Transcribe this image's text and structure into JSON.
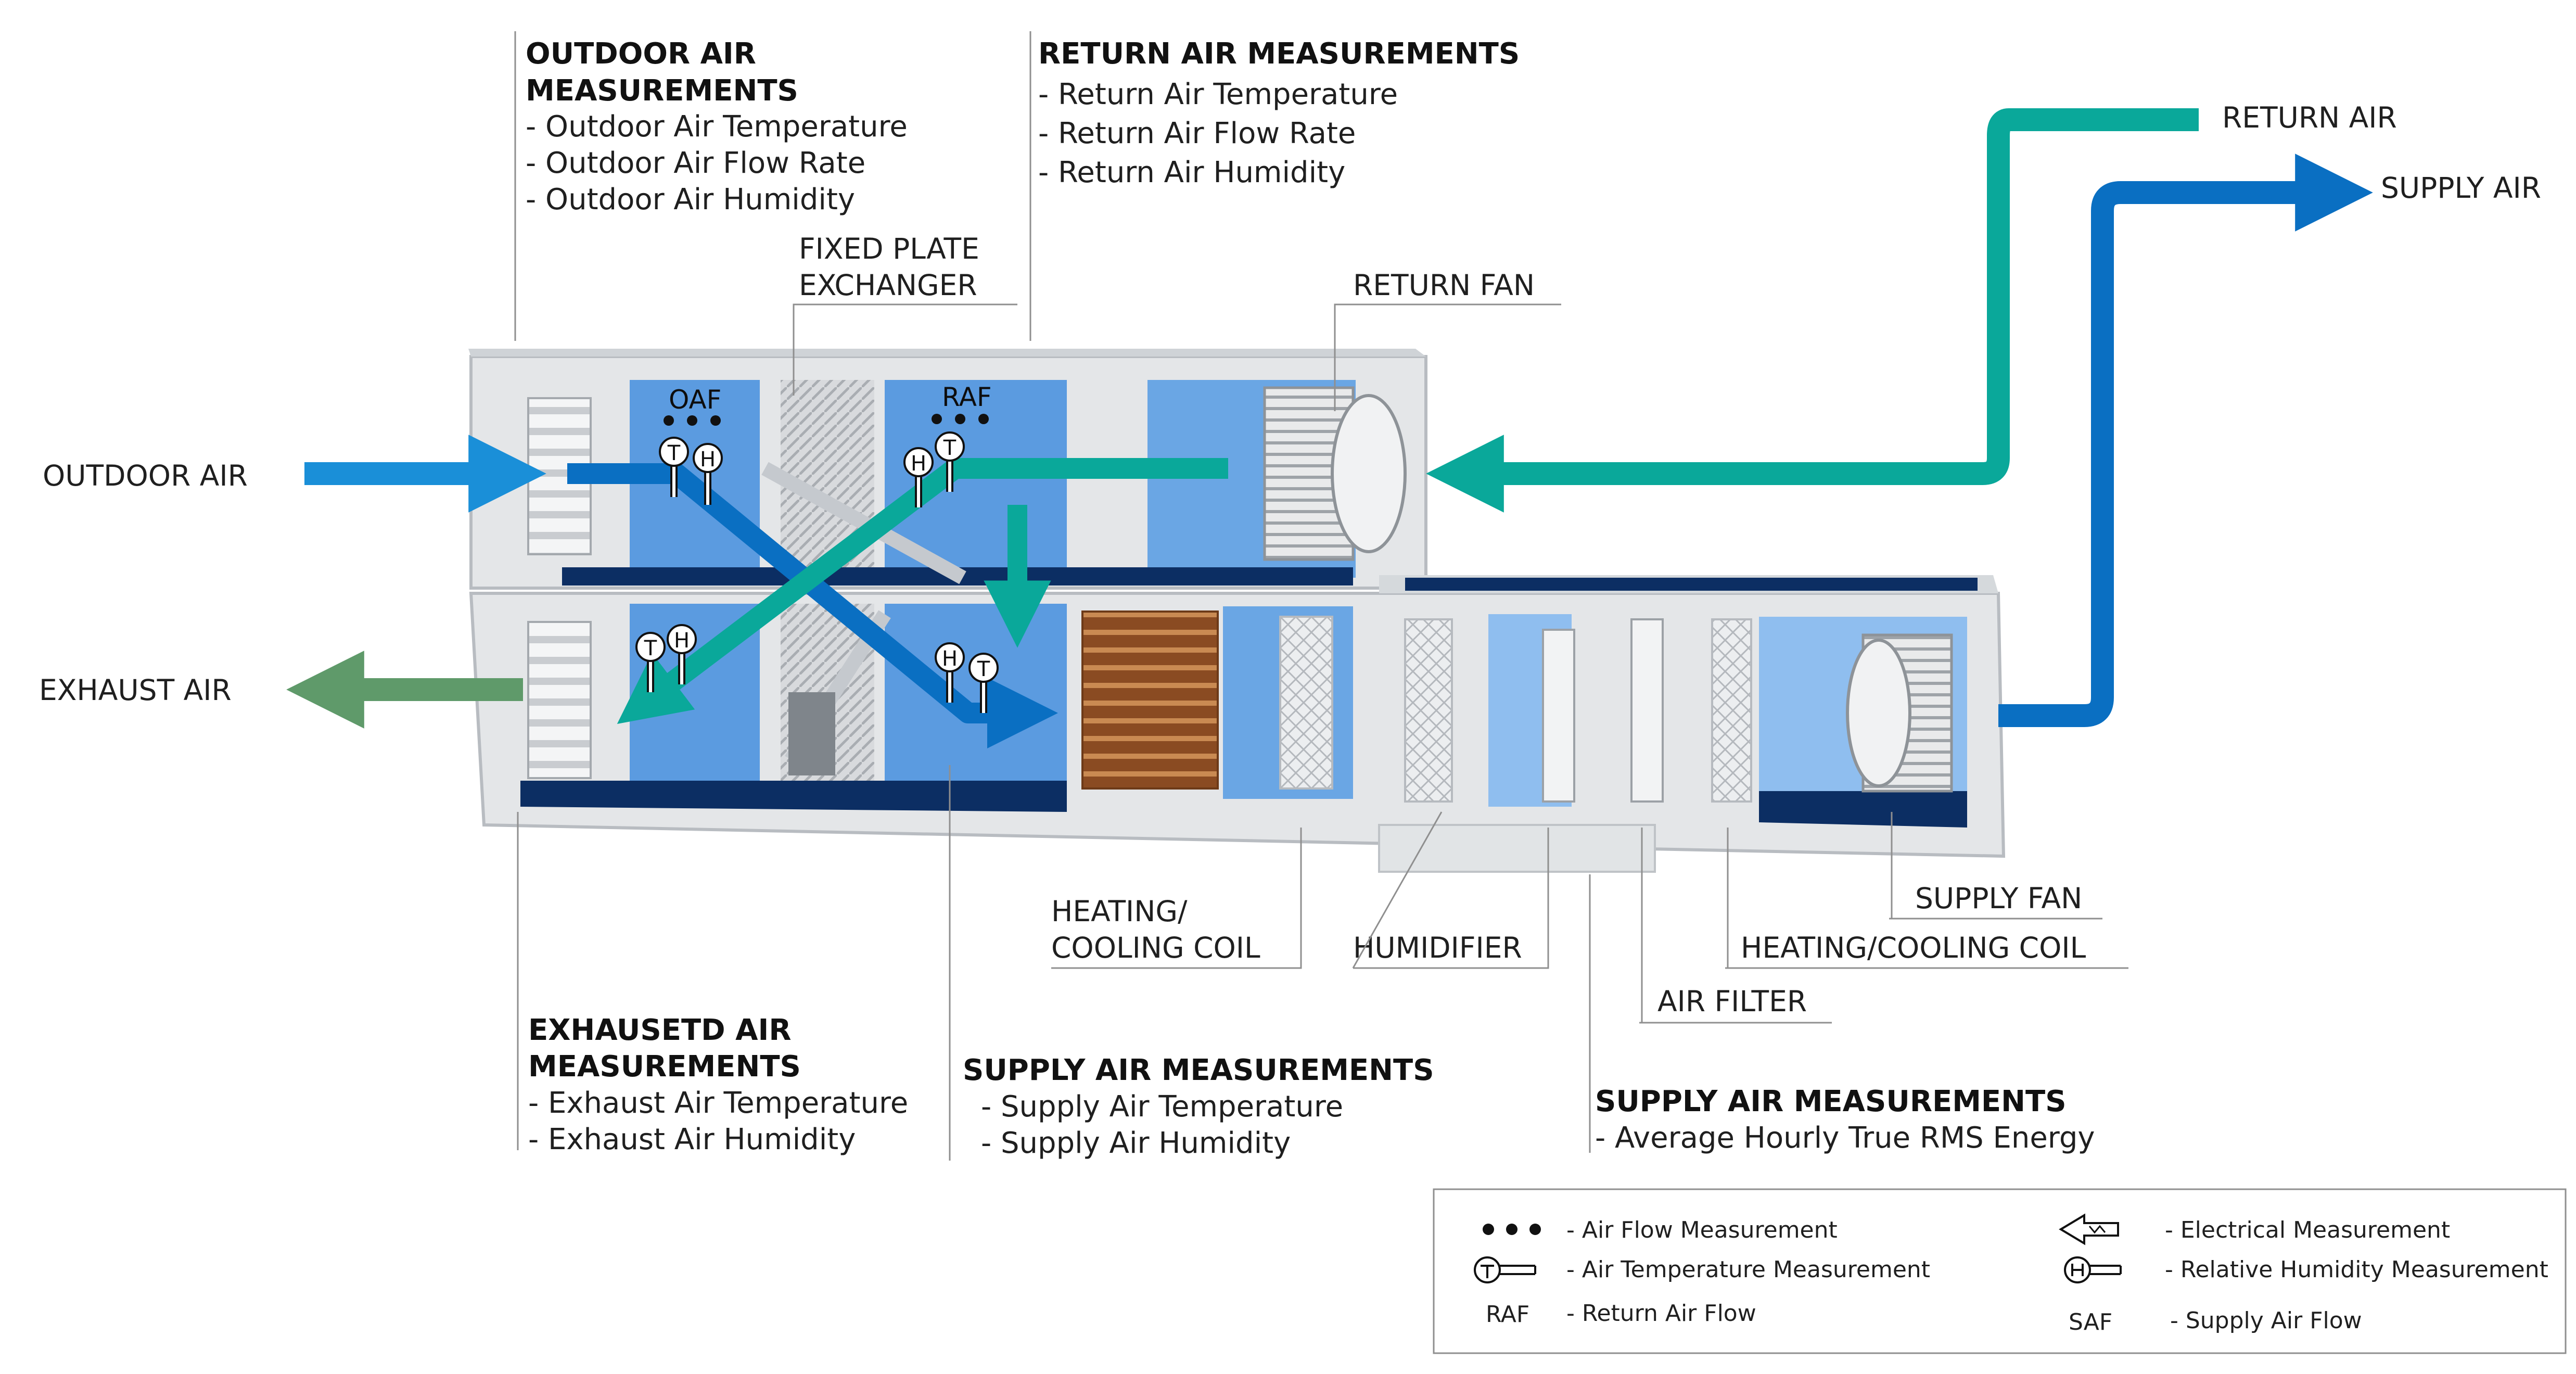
{
  "flows": {
    "outdoor_air": "OUTDOOR AIR",
    "exhaust_air": "EXHAUST AIR",
    "return_air": "RETURN AIR",
    "supply_air": "SUPPLY AIR"
  },
  "colors": {
    "outdoor": "#1a8fd8",
    "supply": "#0a6fc2",
    "return": "#0aa89a",
    "exhaust": "#5f9a6a",
    "chamber": "#5b9be0",
    "floor": "#0c2e63",
    "casing": "#e4e6e8"
  },
  "components": {
    "fixed_plate_exchanger": [
      "FIXED PLATE",
      "EXCHANGER"
    ],
    "return_fan": "RETURN FAN",
    "heating_cooling_coil_left": [
      "HEATING/",
      "COOLING COIL"
    ],
    "humidifier": "HUMIDIFIER",
    "air_filter": "AIR FILTER",
    "supply_fan": "SUPPLY FAN",
    "heating_cooling_coil_right": "HEATING/COOLING COIL"
  },
  "sensor_tags": {
    "oaf": "OAF",
    "raf": "RAF",
    "temperature_symbol": "T",
    "humidity_symbol": "H"
  },
  "measurement_blocks": {
    "outdoor": {
      "title": [
        "OUTDOOR AIR",
        "MEASUREMENTS"
      ],
      "items": [
        "- Outdoor Air Temperature",
        "- Outdoor Air Flow Rate",
        "- Outdoor Air Humidity"
      ]
    },
    "return": {
      "title": [
        "RETURN AIR MEASUREMENTS"
      ],
      "items": [
        "- Return Air Temperature",
        "- Return Air Flow Rate",
        "- Return Air Humidity"
      ]
    },
    "exhaust": {
      "title": [
        "EXHAUSETD AIR",
        "MEASUREMENTS"
      ],
      "items": [
        "- Exhaust Air Temperature",
        "- Exhaust Air Humidity"
      ]
    },
    "supply": {
      "title": [
        "SUPPLY AIR MEASUREMENTS"
      ],
      "items": [
        "- Supply Air Temperature",
        "- Supply Air Humidity"
      ]
    },
    "supply_energy": {
      "title": [
        "SUPPLY AIR MEASUREMENTS"
      ],
      "items": [
        "- Average Hourly True RMS Energy"
      ]
    }
  },
  "legend": {
    "air_flow": "- Air Flow Measurement",
    "air_temperature": "- Air Temperature Measurement",
    "raf_symbol": "RAF",
    "raf": "- Return Air Flow",
    "electrical": "- Electrical Measurement",
    "humidity": "- Relative Humidity Measurement",
    "saf_symbol": "SAF",
    "saf": "- Supply Air Flow"
  }
}
